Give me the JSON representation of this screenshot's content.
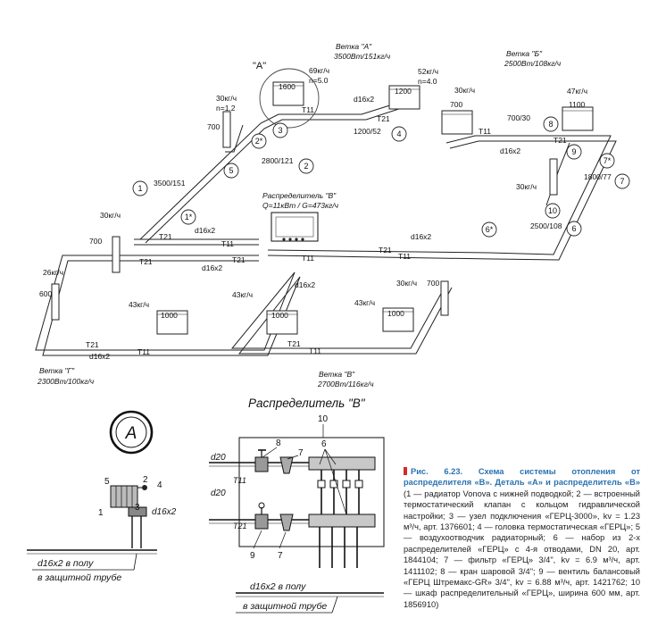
{
  "callouts": {
    "detail_a": "\"А\"",
    "a_circle": "А"
  },
  "distributor_b": {
    "label": "Распределитель \"В\"",
    "spec": "Q=11кВт / G=473кг/ч",
    "detail_title": "Распределитель \"В\""
  },
  "branches": {
    "a": {
      "title": "Ветка \"А\"",
      "load": "3500Вт/151кг/ч"
    },
    "b": {
      "title": "Ветка \"Б\"",
      "load": "2500Вт/108кг/ч"
    },
    "g": {
      "title": "Ветка \"Г\"",
      "load": "2300Вт/100кг/ч"
    },
    "v": {
      "title": "Ветка \"В\"",
      "load": "2700Вт/116кг/ч"
    }
  },
  "radiators": {
    "a1": {
      "size": "1600",
      "flow": "69кг/ч",
      "n": "n=5.0"
    },
    "a2": {
      "size": "1200",
      "flow": "52кг/ч",
      "n": "n=4.0"
    },
    "a3": {
      "size": "700",
      "flow": "30кг/ч",
      "n": "n=1.2"
    },
    "b1": {
      "size": "700",
      "flow": "30кг/ч"
    },
    "b2": {
      "size": "1100",
      "flow": "47кг/ч"
    },
    "b3": {
      "flow": "30кг/ч"
    },
    "g1": {
      "size": "700",
      "flow": "30кг/ч"
    },
    "g2": {
      "size": "600",
      "flow": "26кг/ч"
    },
    "g3": {
      "size": "1000",
      "flow": "43кг/ч"
    },
    "v1": {
      "size": "1000",
      "flow": "43кг/ч"
    },
    "v2": {
      "size": "1000",
      "flow": "43кг/ч"
    },
    "v3": {
      "size": "700",
      "flow": "30кг/ч"
    }
  },
  "segments": {
    "s1": "3500/151",
    "s2": "2800/121",
    "s3": "1200/52",
    "s4": "700/30",
    "s5": "1800/77",
    "s6": "2500/108"
  },
  "pipes": {
    "d16x2": "d16x2",
    "t11": "T11",
    "t21": "T21",
    "d20": "d20"
  },
  "numbers": {
    "n1": "1",
    "n1s": "1*",
    "n2": "2",
    "n2s": "2*",
    "n3": "3",
    "n4": "4",
    "n5": "5",
    "n6": "6",
    "n6s": "6*",
    "n7": "7",
    "n7s": "7*",
    "n8": "8",
    "n9": "9",
    "n10": "10"
  },
  "details": {
    "floor_pipe_1": "d16x2 в полу",
    "protect_1": "в защитной трубе",
    "floor_pipe_2": "d16x2 в полу",
    "protect_2": "в защитной трубе"
  },
  "caption": {
    "title": "Рис. 6.23. Схема системы отопления от распределителя «В». Деталь «А» и распределитель «В»",
    "body": "(1 — радиатор Vonova с нижней подводкой; 2 — встроенный термостатический клапан с кольцом гидравлической настройки; 3 — узел подключения «ГЕРЦ-3000», kv = 1.23 м³/ч, арт. 1376601; 4 — головка термостатическая «ГЕРЦ»; 5 — воздухоотводчик радиаторный; 6 — набор из 2-х распределителей «ГЕРЦ» с 4-я отводами, DN 20, арт. 1844104; 7 — фильтр «ГЕРЦ» 3/4\", kv = 6.9 м³/ч, арт. 1411102; 8 — кран шаровой 3/4\"; 9 — вентиль балансовый «ГЕРЦ Штремакс-GR» 3/4\", kv = 6.88 м³/ч, арт. 1421762; 10 — шкаф распределительный «ГЕРЦ», ширина 600 мм, арт. 1856910)"
  }
}
